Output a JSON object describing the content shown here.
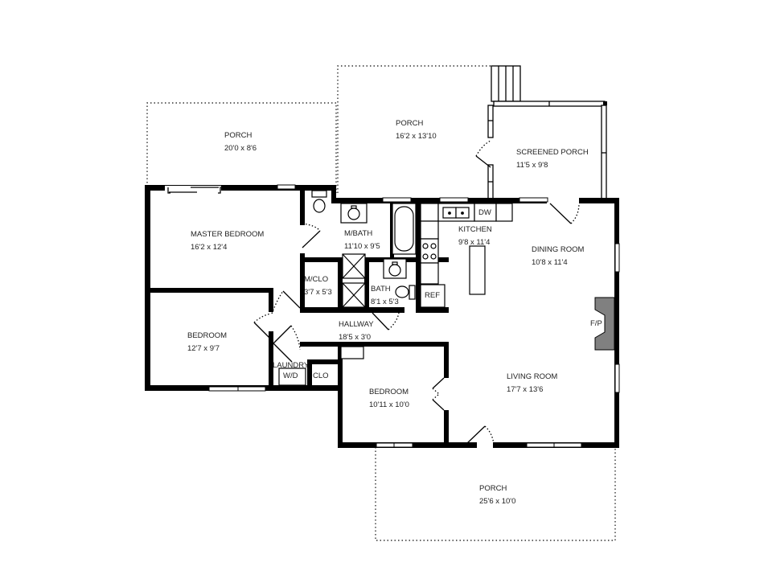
{
  "plan": {
    "colors": {
      "wall": "#000000",
      "fireplace": "#808080",
      "background": "#ffffff"
    },
    "rooms": [
      {
        "id": "porch-west",
        "name": "PORCH",
        "dims": "20'0 x 8'6"
      },
      {
        "id": "porch-north",
        "name": "PORCH",
        "dims": "16'2 x 13'10"
      },
      {
        "id": "screened-porch",
        "name": "SCREENED PORCH",
        "dims": "11'5 x 9'8"
      },
      {
        "id": "master-bedroom",
        "name": "MASTER BEDROOM",
        "dims": "16'2 x 12'4"
      },
      {
        "id": "master-bath",
        "name": "M/BATH",
        "dims": "11'10 x 9'5"
      },
      {
        "id": "kitchen",
        "name": "KITCHEN",
        "dims": "9'8 x 11'4"
      },
      {
        "id": "dining-room",
        "name": "DINING ROOM",
        "dims": "10'8 x 11'4"
      },
      {
        "id": "master-closet",
        "name": "M/CLO",
        "dims": "3'7 x 5'3"
      },
      {
        "id": "bath",
        "name": "BATH",
        "dims": "8'1 x 5'3"
      },
      {
        "id": "hallway",
        "name": "HALLWAY",
        "dims": "18'5 x 3'0"
      },
      {
        "id": "bedroom-west",
        "name": "BEDROOM",
        "dims": "12'7 x 9'7"
      },
      {
        "id": "bedroom-south",
        "name": "BEDROOM",
        "dims": "10'11 x 10'0"
      },
      {
        "id": "living-room",
        "name": "LIVING ROOM",
        "dims": "17'7 x 13'6"
      },
      {
        "id": "porch-south",
        "name": "PORCH",
        "dims": "25'6 x 10'0"
      }
    ],
    "fixtures": {
      "dishwasher": "DW",
      "refrigerator": "REF",
      "fireplace": "F/P",
      "laundry": "LAUNDRY",
      "washer_dryer": "W/D",
      "closet": "CLO"
    }
  }
}
